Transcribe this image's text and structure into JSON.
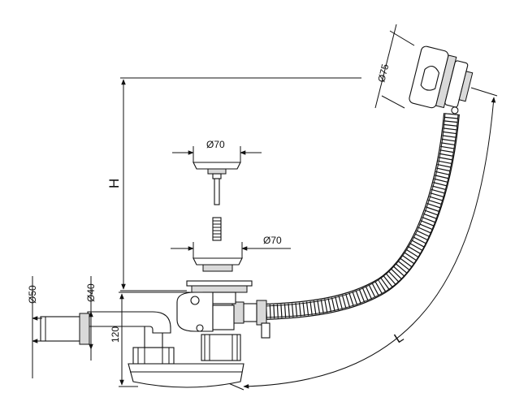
{
  "labels": {
    "dia_overflow": "Ø75",
    "dia_plug": "Ø70",
    "dia_drain": "Ø70",
    "dia_outlet_outer": "Ø50",
    "dia_outlet_inner": "Ø40",
    "height_trap": "120",
    "height_symbol": "H",
    "length_symbol": "L"
  }
}
